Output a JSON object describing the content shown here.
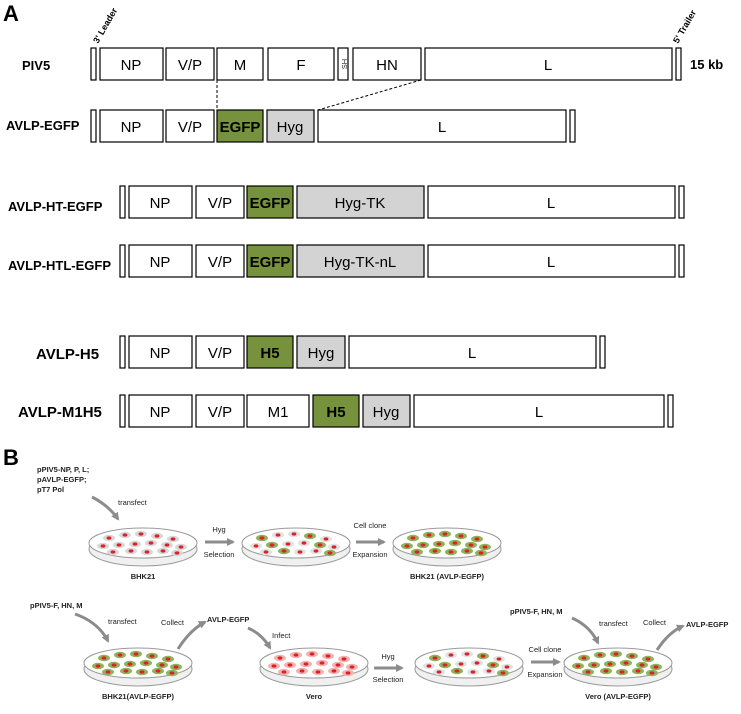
{
  "panels": {
    "a": "A",
    "b": "B"
  },
  "colors": {
    "egfp_fill": "#76923c",
    "hyg_fill": "#d3d3d3",
    "box_stroke": "#000000",
    "cell_red": "#d9232b",
    "cell_green": "#5f8c2a",
    "arrow_gray": "#8c8c8c"
  },
  "panel_a": {
    "leader": "3' Leader",
    "trailer": "5' Trailer",
    "size": "15 kb",
    "piv5": {
      "label": "PIV5",
      "genes": [
        "NP",
        "V/P",
        "M",
        "F",
        "SH",
        "HN",
        "L"
      ]
    },
    "avlp_egfp": {
      "label": "AVLP-EGFP",
      "genes": [
        "NP",
        "V/P",
        "EGFP",
        "Hyg",
        "L"
      ]
    },
    "avlp_ht_egfp": {
      "label": "AVLP-HT-EGFP",
      "genes": [
        "NP",
        "V/P",
        "EGFP",
        "Hyg-TK",
        "L"
      ]
    },
    "avlp_htl_egfp": {
      "label": "AVLP-HTL-EGFP",
      "genes": [
        "NP",
        "V/P",
        "EGFP",
        "Hyg-TK-nL",
        "L"
      ]
    },
    "avlp_h5": {
      "label": "AVLP-H5",
      "genes": [
        "NP",
        "V/P",
        "H5",
        "Hyg",
        "L"
      ]
    },
    "avlp_m1h5": {
      "label": "AVLP-M1H5",
      "genes": [
        "NP",
        "V/P",
        "M1",
        "H5",
        "Hyg",
        "L"
      ]
    }
  },
  "panel_b": {
    "top": {
      "plasmids": [
        "pPIV5-NP, P, L;",
        "pAVLP-EGFP;",
        "pT7 Pol"
      ],
      "transfect": "transfect",
      "dish1": "BHK21",
      "step1_top": "Hyg",
      "step1_bottom": "Selection",
      "step2_top": "Cell clone",
      "step2_bottom": "Expansion",
      "dish3": "BHK21 (AVLP-EGFP)"
    },
    "bottom": {
      "plasmids1": "pPIV5-F, HN, M",
      "transfect1": "transfect",
      "collect1": "Collect",
      "product1": "AVLP-EGFP",
      "dish1": "BHK21(AVLP-EGFP)",
      "infect": "Infect",
      "dish2": "Vero",
      "step1_top": "Hyg",
      "step1_bottom": "Selection",
      "step2_top": "Cell clone",
      "step2_bottom": "Expansion",
      "plasmids2": "pPIV5-F, HN, M",
      "transfect2": "transfect",
      "collect2": "Collect",
      "product2": "AVLP-EGFP",
      "dish4": "Vero (AVLP-EGFP)"
    }
  }
}
